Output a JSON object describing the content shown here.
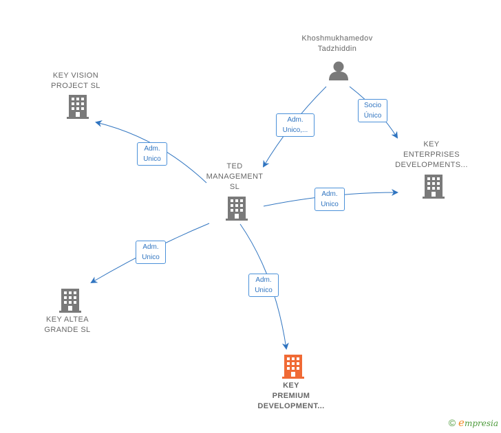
{
  "colors": {
    "edge": "#2f74c0",
    "building": "#7a7a7a",
    "building_highlight": "#f06a35",
    "person": "#7a7a7a"
  },
  "nodes": {
    "person": {
      "line1": "Khoshmukhamedov",
      "line2": "Tadzhiddin",
      "icon": "person-icon"
    },
    "ted": {
      "line1": "TED",
      "line2": "MANAGEMENT",
      "line3": "SL",
      "icon": "building-icon"
    },
    "key_vision": {
      "line1": "KEY VISION",
      "line2": "PROJECT  SL",
      "icon": "building-icon"
    },
    "key_enterprises": {
      "line1": "KEY",
      "line2": "ENTERPRISES",
      "line3": "DEVELOPMENTS...",
      "icon": "building-icon"
    },
    "key_altea": {
      "line1": "KEY ALTEA",
      "line2": "GRANDE  SL",
      "icon": "building-icon"
    },
    "key_premium": {
      "line1": "KEY",
      "line2": "PREMIUM",
      "line3": "DEVELOPMENT...",
      "icon": "building-icon"
    }
  },
  "relations": {
    "person_ted": {
      "line1": "Adm.",
      "line2": "Unico,..."
    },
    "person_enterprises": {
      "line1": "Socio",
      "line2": "Único"
    },
    "ted_vision": {
      "line1": "Adm.",
      "line2": "Unico"
    },
    "ted_enterprises": {
      "line1": "Adm.",
      "line2": "Unico"
    },
    "ted_altea": {
      "line1": "Adm.",
      "line2": "Unico"
    },
    "ted_premium": {
      "line1": "Adm.",
      "line2": "Unico"
    }
  },
  "footer": {
    "copyright_symbol": "©",
    "brand_initial": "e",
    "brand_rest": "mpresia"
  }
}
